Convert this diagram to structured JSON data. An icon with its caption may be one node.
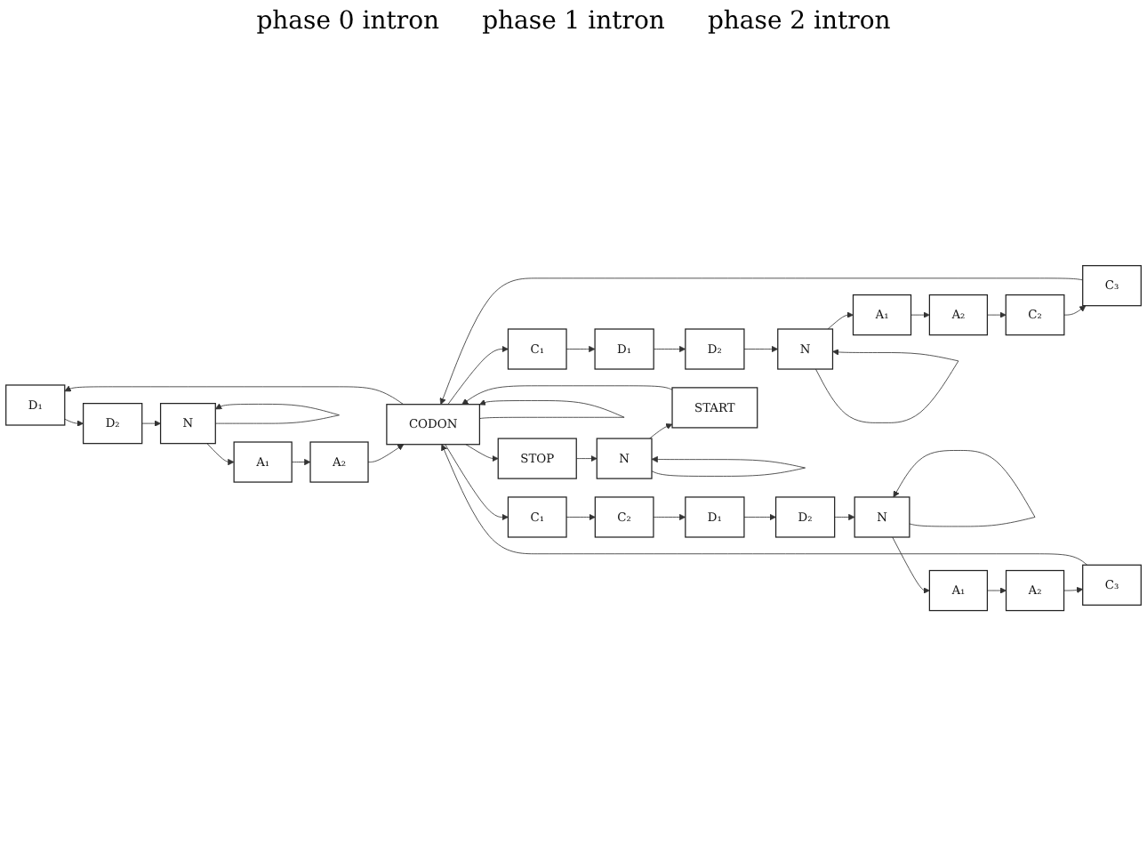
{
  "diagram": {
    "nodes": [
      {
        "text": [
          "D₁"
        ]
      },
      {
        "text": [
          "D₂"
        ]
      },
      {
        "text": [
          "N"
        ]
      },
      {
        "text": [
          "A₁"
        ]
      },
      {
        "text": [
          "A₂"
        ]
      },
      {
        "text": [
          "C₁"
        ]
      },
      {
        "text": [
          "D₁"
        ]
      },
      {
        "text": [
          "D₂"
        ]
      },
      {
        "text": [
          "N"
        ]
      },
      {
        "text": [
          "A₁"
        ]
      },
      {
        "text": [
          "A₂"
        ]
      },
      {
        "text": [
          "C₂"
        ]
      },
      {
        "text": [
          "C₃"
        ]
      },
      {
        "text": [
          "C₁"
        ]
      },
      {
        "text": [
          "C₂"
        ]
      },
      {
        "text": [
          "D₁"
        ]
      },
      {
        "text": [
          "D₂"
        ]
      },
      {
        "text": [
          "N"
        ]
      },
      {
        "text": [
          "A₁"
        ]
      },
      {
        "text": [
          "A₂"
        ]
      },
      {
        "text": [
          "C₃"
        ]
      },
      {
        "text": [
          "CODON"
        ]
      },
      {
        "text": [
          "STOP"
        ]
      },
      {
        "text": [
          "N"
        ]
      },
      {
        "text": [
          "START"
        ]
      }
    ],
    "edges": [
      {
        "from": 0,
        "to": 1,
        "arrow": "to"
      },
      {
        "from": 1,
        "to": 2,
        "arrow": "to"
      },
      {
        "from": 2,
        "to": 2,
        "arrow": "to"
      },
      {
        "from": 2,
        "to": 3,
        "arrow": "to"
      },
      {
        "from": 3,
        "to": 4,
        "arrow": "to"
      },
      {
        "from": 5,
        "to": 6,
        "arrow": "to"
      },
      {
        "from": 6,
        "to": 7,
        "arrow": "to"
      },
      {
        "from": 7,
        "to": 8,
        "arrow": "to"
      },
      {
        "from": 8,
        "to": 8,
        "arrow": "to"
      },
      {
        "from": 8,
        "to": 9,
        "arrow": "to"
      },
      {
        "from": 9,
        "to": 10,
        "arrow": "to"
      },
      {
        "from": 10,
        "to": 11,
        "arrow": "to"
      },
      {
        "from": 11,
        "to": 12,
        "arrow": "to"
      },
      {
        "from": 13,
        "to": 14,
        "arrow": "to"
      },
      {
        "from": 14,
        "to": 15,
        "arrow": "to"
      },
      {
        "from": 15,
        "to": 16,
        "arrow": "to"
      },
      {
        "from": 16,
        "to": 17,
        "arrow": "to"
      },
      {
        "from": 17,
        "to": 17,
        "arrow": "to"
      },
      {
        "from": 17,
        "to": 18,
        "arrow": "to"
      },
      {
        "from": 18,
        "to": 19,
        "arrow": "to"
      },
      {
        "from": 19,
        "to": 20,
        "arrow": "to"
      },
      {
        "from": 4,
        "to": 21,
        "arrow": "to"
      },
      {
        "from": 12,
        "to": 21,
        "arrow": "to"
      },
      {
        "from": 20,
        "to": 21,
        "arrow": "to"
      },
      {
        "from": 24,
        "to": 21,
        "arrow": "to"
      },
      {
        "from": 21,
        "to": 21,
        "arrow": "to"
      },
      {
        "from": 21,
        "to": 0,
        "arrow": "to"
      },
      {
        "from": 21,
        "to": 5,
        "arrow": "to"
      },
      {
        "from": 21,
        "to": 13,
        "arrow": "to"
      },
      {
        "from": 21,
        "to": 22,
        "arrow": "to"
      },
      {
        "from": 22,
        "to": 23,
        "arrow": "to"
      },
      {
        "from": 23,
        "to": 23,
        "arrow": "to"
      },
      {
        "from": 23,
        "to": 24,
        "arrow": "to"
      }
    ],
    "labels": [
      "phase 0 intron",
      "phase 1 intron",
      "phase 2 intron"
    ]
  }
}
